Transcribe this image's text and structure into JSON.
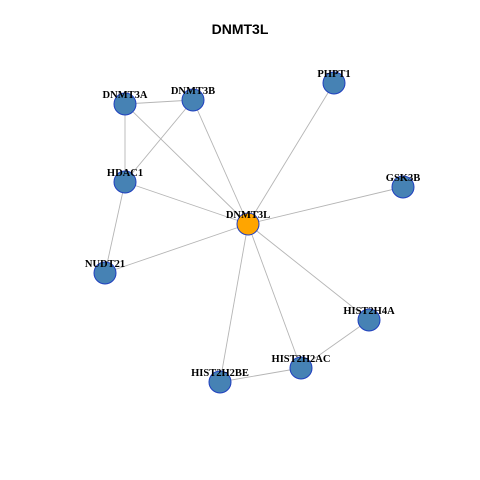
{
  "title": "DNMT3L",
  "colors": {
    "center_node": "#ffa500",
    "node": "#4682b4",
    "node_stroke": "#1f3fbf",
    "edge": "#b5b5b5"
  },
  "graph": {
    "center": "DNMT3L",
    "nodes": [
      {
        "id": "DNMT3L",
        "label": "DNMT3L",
        "role": "center"
      },
      {
        "id": "DNMT3A",
        "label": "DNMT3A",
        "role": "neighbor"
      },
      {
        "id": "DNMT3B",
        "label": "DNMT3B",
        "role": "neighbor"
      },
      {
        "id": "PHPT1",
        "label": "PHPT1",
        "role": "neighbor"
      },
      {
        "id": "HDAC1",
        "label": "HDAC1",
        "role": "neighbor"
      },
      {
        "id": "GSK3B",
        "label": "GSK3B",
        "role": "neighbor"
      },
      {
        "id": "NUDT21",
        "label": "NUDT21",
        "role": "neighbor"
      },
      {
        "id": "HIST2H4A",
        "label": "HIST2H4A",
        "role": "neighbor"
      },
      {
        "id": "HIST2H2AC",
        "label": "HIST2H2AC",
        "role": "neighbor"
      },
      {
        "id": "HIST2H2BE",
        "label": "HIST2H2BE",
        "role": "neighbor"
      }
    ],
    "edges": [
      [
        "DNMT3A",
        "DNMT3B"
      ],
      [
        "DNMT3A",
        "HDAC1"
      ],
      [
        "DNMT3A",
        "DNMT3L"
      ],
      [
        "DNMT3B",
        "HDAC1"
      ],
      [
        "DNMT3B",
        "DNMT3L"
      ],
      [
        "PHPT1",
        "DNMT3L"
      ],
      [
        "HDAC1",
        "DNMT3L"
      ],
      [
        "HDAC1",
        "NUDT21"
      ],
      [
        "GSK3B",
        "DNMT3L"
      ],
      [
        "NUDT21",
        "DNMT3L"
      ],
      [
        "HIST2H4A",
        "DNMT3L"
      ],
      [
        "HIST2H4A",
        "HIST2H2AC"
      ],
      [
        "HIST2H2AC",
        "DNMT3L"
      ],
      [
        "HIST2H2AC",
        "HIST2H2BE"
      ],
      [
        "HIST2H2BE",
        "DNMT3L"
      ]
    ]
  }
}
